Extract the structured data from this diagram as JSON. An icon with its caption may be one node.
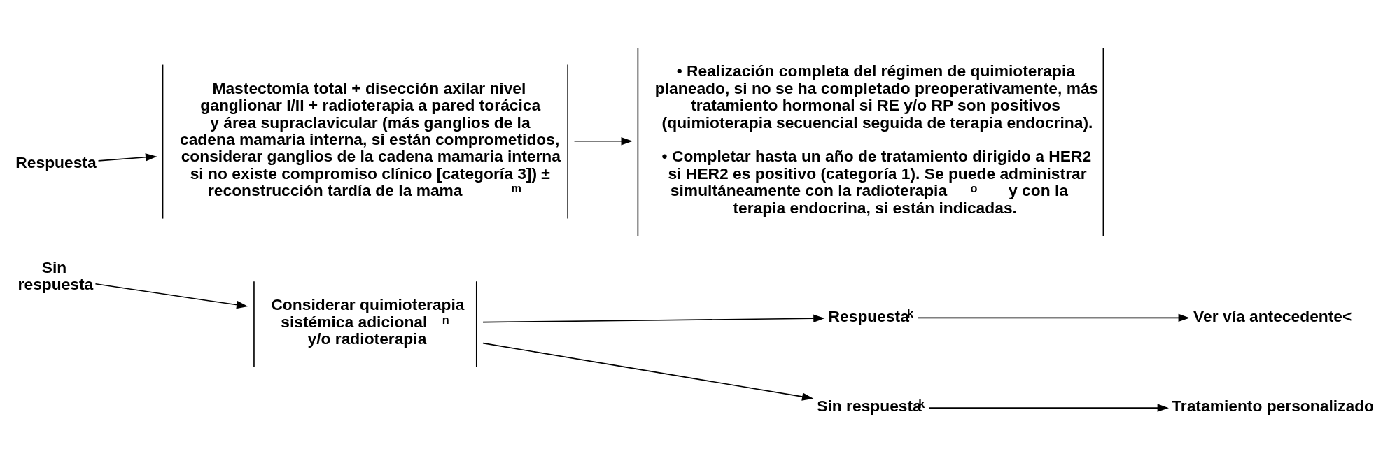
{
  "diagram": {
    "nodes": [
      {
        "text": [
          "Respuesta"
        ]
      },
      {
        "text": [
          "Mastectomía total + disección axilar nivel ganglionar I/II + radioterapia a pared torácica y área supraclavicular (más ganglios de la cadena mamaria interna, si están comprometidos, considerar ganglios de la cadena mamaria interna si no existe compromiso clínico [categoría 3]) ± reconstrucción tardía de la mama$^{m}$"
        ]
      },
      {
        "text": [
          "• Realización completa del régimen de quimioterapia planeado, si no se ha completado preoperativamente, más tratamiento hormonal si RE y/o RP son positivos (quimioterapia secuencial seguida de terapia endocrina).",
          "• Completar hasta un año de tratamiento dirigido a HER2 si HER2 es positivo (categoría 1). Se puede administrar simultáneamente con la radioterapia$^{o}$ y con la terapia endocrina, si están indicadas."
        ]
      },
      {
        "text": [
          "Sin respuesta"
        ]
      },
      {
        "text": [
          "Considerar quimioterapia sistémica adicional$^{n}$ y/o radioterapia"
        ]
      },
      {
        "text": [
          "Respuesta$^{k}$"
        ]
      },
      {
        "text": [
          "Ver vía antecedente<"
        ]
      },
      {
        "text": [
          "Sin respuesta$^{k}$"
        ]
      },
      {
        "text": [
          "Tratamiento personalizado"
        ]
      }
    ],
    "edges": [
      {
        "from": 0,
        "to": 1,
        "arrow": "to"
      },
      {
        "from": 1,
        "to": 2,
        "arrow": "to"
      },
      {
        "from": 3,
        "to": 4,
        "arrow": "to"
      },
      {
        "from": 4,
        "to": 5,
        "arrow": "to"
      },
      {
        "from": 4,
        "to": 7,
        "arrow": "to"
      },
      {
        "from": 5,
        "to": 6,
        "arrow": "to"
      },
      {
        "from": 7,
        "to": 8,
        "arrow": "to"
      }
    ]
  }
}
